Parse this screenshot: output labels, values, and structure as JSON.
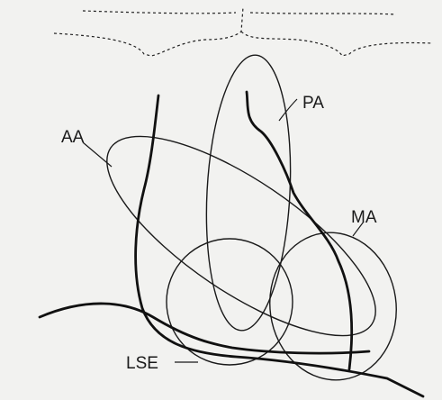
{
  "labels": {
    "pa": "PA",
    "aa": "AA",
    "ma": "MA",
    "lse": "LSE"
  },
  "colors": {
    "background": "#f2f2f0",
    "ink": "#1a1a1a"
  }
}
